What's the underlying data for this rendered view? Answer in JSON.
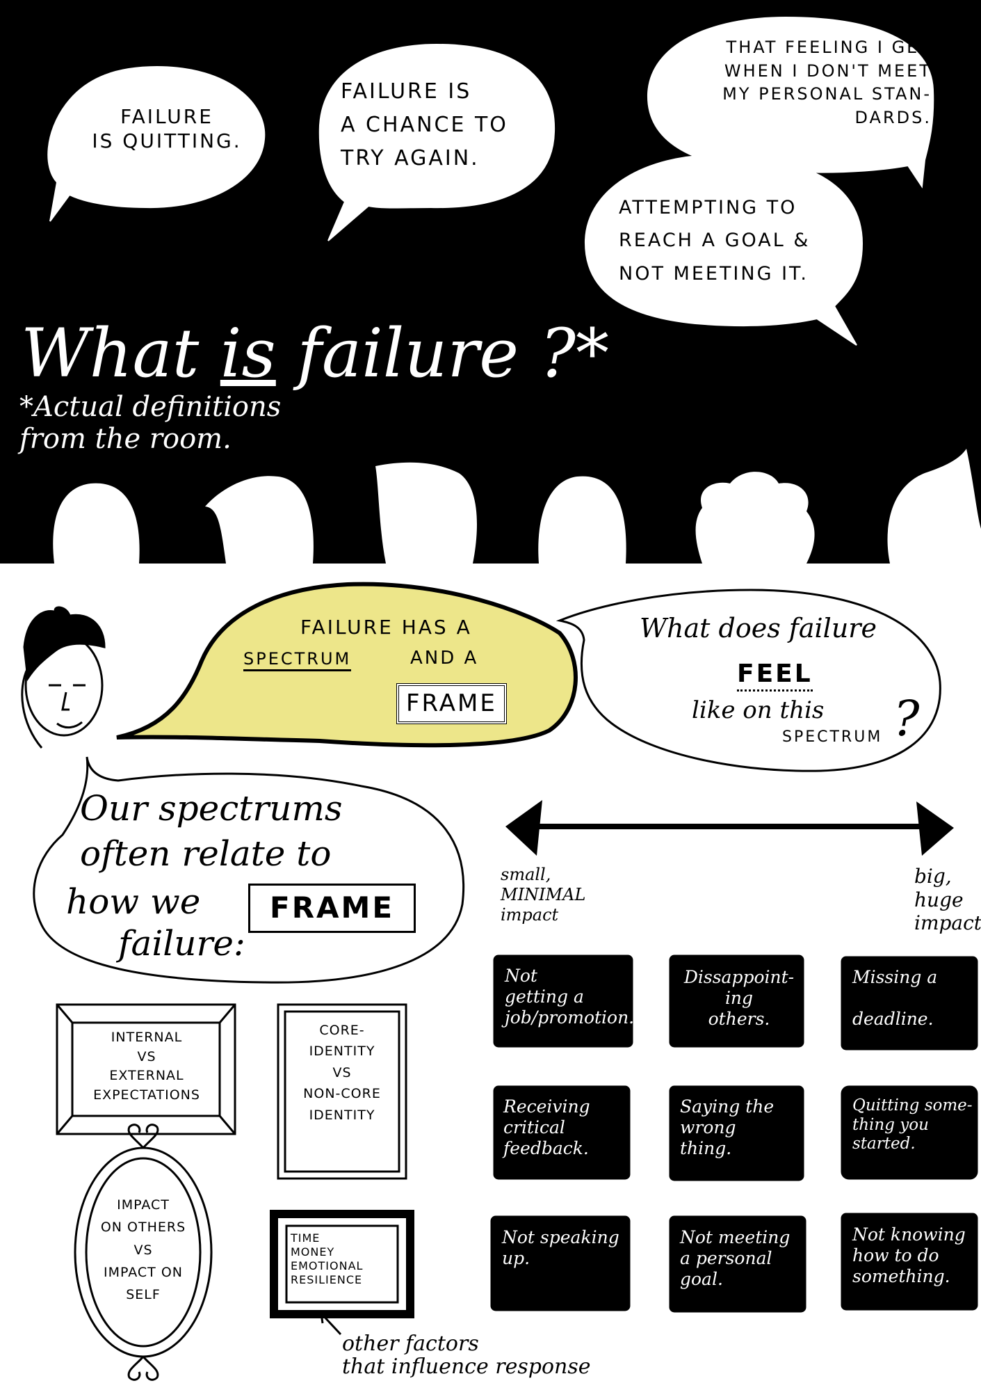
{
  "top_section": {
    "bubbles": [
      {
        "text": "FAILURE\nIS QUITTING."
      },
      {
        "text": "FAILURE IS\nA  CHANCE TO\nTRY  AGAIN."
      },
      {
        "text": "THAT FEELING I GET\nWHEN I DON'T MEET\nMY PERSONAL STAN-\nDARDS."
      },
      {
        "text": "ATTEMPTING TO\nREACH A GOAL &\nNOT MEETING IT."
      }
    ],
    "title": {
      "pre": "What ",
      "emph": "is",
      "post": " failure ?*"
    },
    "footnote": "*Actual definitions\nfrom the room."
  },
  "speaker_bubble": {
    "line1": "FAILURE HAS A",
    "spectrum": "SPECTRUM",
    "line2": "AND A",
    "frame": "FRAME",
    "fill_color": "#ede68a"
  },
  "question_bubble": {
    "line1": "What does failure",
    "emph": "FEEL",
    "line2": "like  on  this",
    "line3": "SPECTRUM",
    "qmark": "?"
  },
  "frame_bubble": {
    "line1": "Our spectrums\noften  relate to",
    "line2_pre": "how  we",
    "frame": "FRAME",
    "line3": "failure:"
  },
  "spectrum": {
    "left_label": "small,\nMINIMAL\nimpact",
    "right_label": "big,\nhuge\nimpact"
  },
  "cards": [
    "Not\ngetting a\njob/promotion.",
    "Dissappoint-\ning\nothers.",
    "Missing  a\n\ndeadline.",
    "Receiving\ncritical\nfeedback.",
    "Saying the\nwrong\nthing.",
    "Quitting some-\nthing you\nstarted.",
    "Not speaking\nup.",
    "Not meeting\na personal\ngoal.",
    "Not knowing\nhow to do\nsomething."
  ],
  "frames": [
    {
      "text": "INTERNAL\nVS\nEXTERNAL\nEXPECTATIONS"
    },
    {
      "text": "CORE-\nIDENTITY\nVS\nNON-CORE\nIDENTITY"
    },
    {
      "text": "IMPACT\nON OTHERS\nVS\nIMPACT ON\nSELF"
    },
    {
      "text": "TIME\nMONEY\nEMOTIONAL\nRESILIENCE"
    }
  ],
  "factors_caption": "other factors\nthat influence response"
}
